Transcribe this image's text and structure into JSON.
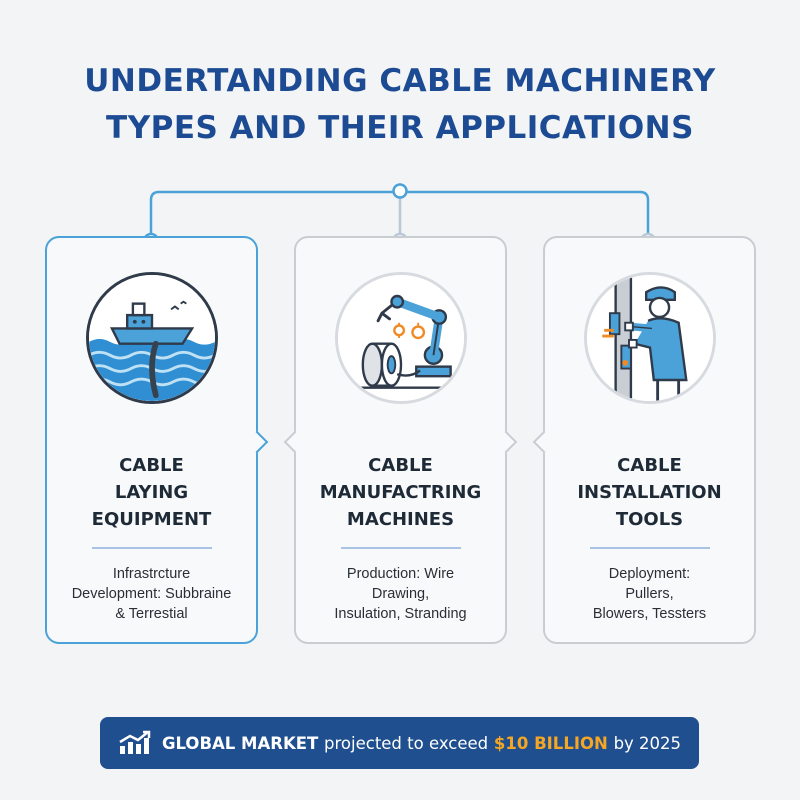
{
  "page": {
    "title_line1": "UNDERTANDING CABLE MACHINERY",
    "title_line2": "TYPES AND THEIR APPLICATIONS"
  },
  "colors": {
    "title": "#1c4a93",
    "accent_blue": "#4aa2d8",
    "banner_bg": "#1f4f8e",
    "highlight": "#f5a623"
  },
  "cards": [
    {
      "icon": "cable-laying-ship-icon",
      "title_lines": [
        "CABLE",
        "LAYING",
        "EQUIPMENT"
      ],
      "desc_lines": [
        "Infrastrcture",
        "Development: Subbraine",
        "& Terrestial"
      ]
    },
    {
      "icon": "robot-arm-cable-spool-icon",
      "title_lines": [
        "CABLE",
        "MANUFACTRING",
        "MACHINES"
      ],
      "desc_lines": [
        "Production: Wire",
        "Drawing,",
        "Insulation, Stranding"
      ]
    },
    {
      "icon": "technician-installation-icon",
      "title_lines": [
        "CABLE",
        "INSTALLATION",
        "TOOLS"
      ],
      "desc_lines": [
        "Deployment:",
        "Pullers,",
        "Blowers, Tessters"
      ]
    }
  ],
  "banner": {
    "icon": "growth-chart-icon",
    "part1": "GLOBAL MARKET",
    "part2": "projected to exceed",
    "highlight": "$10 BILLION",
    "part3": "by 2025"
  }
}
